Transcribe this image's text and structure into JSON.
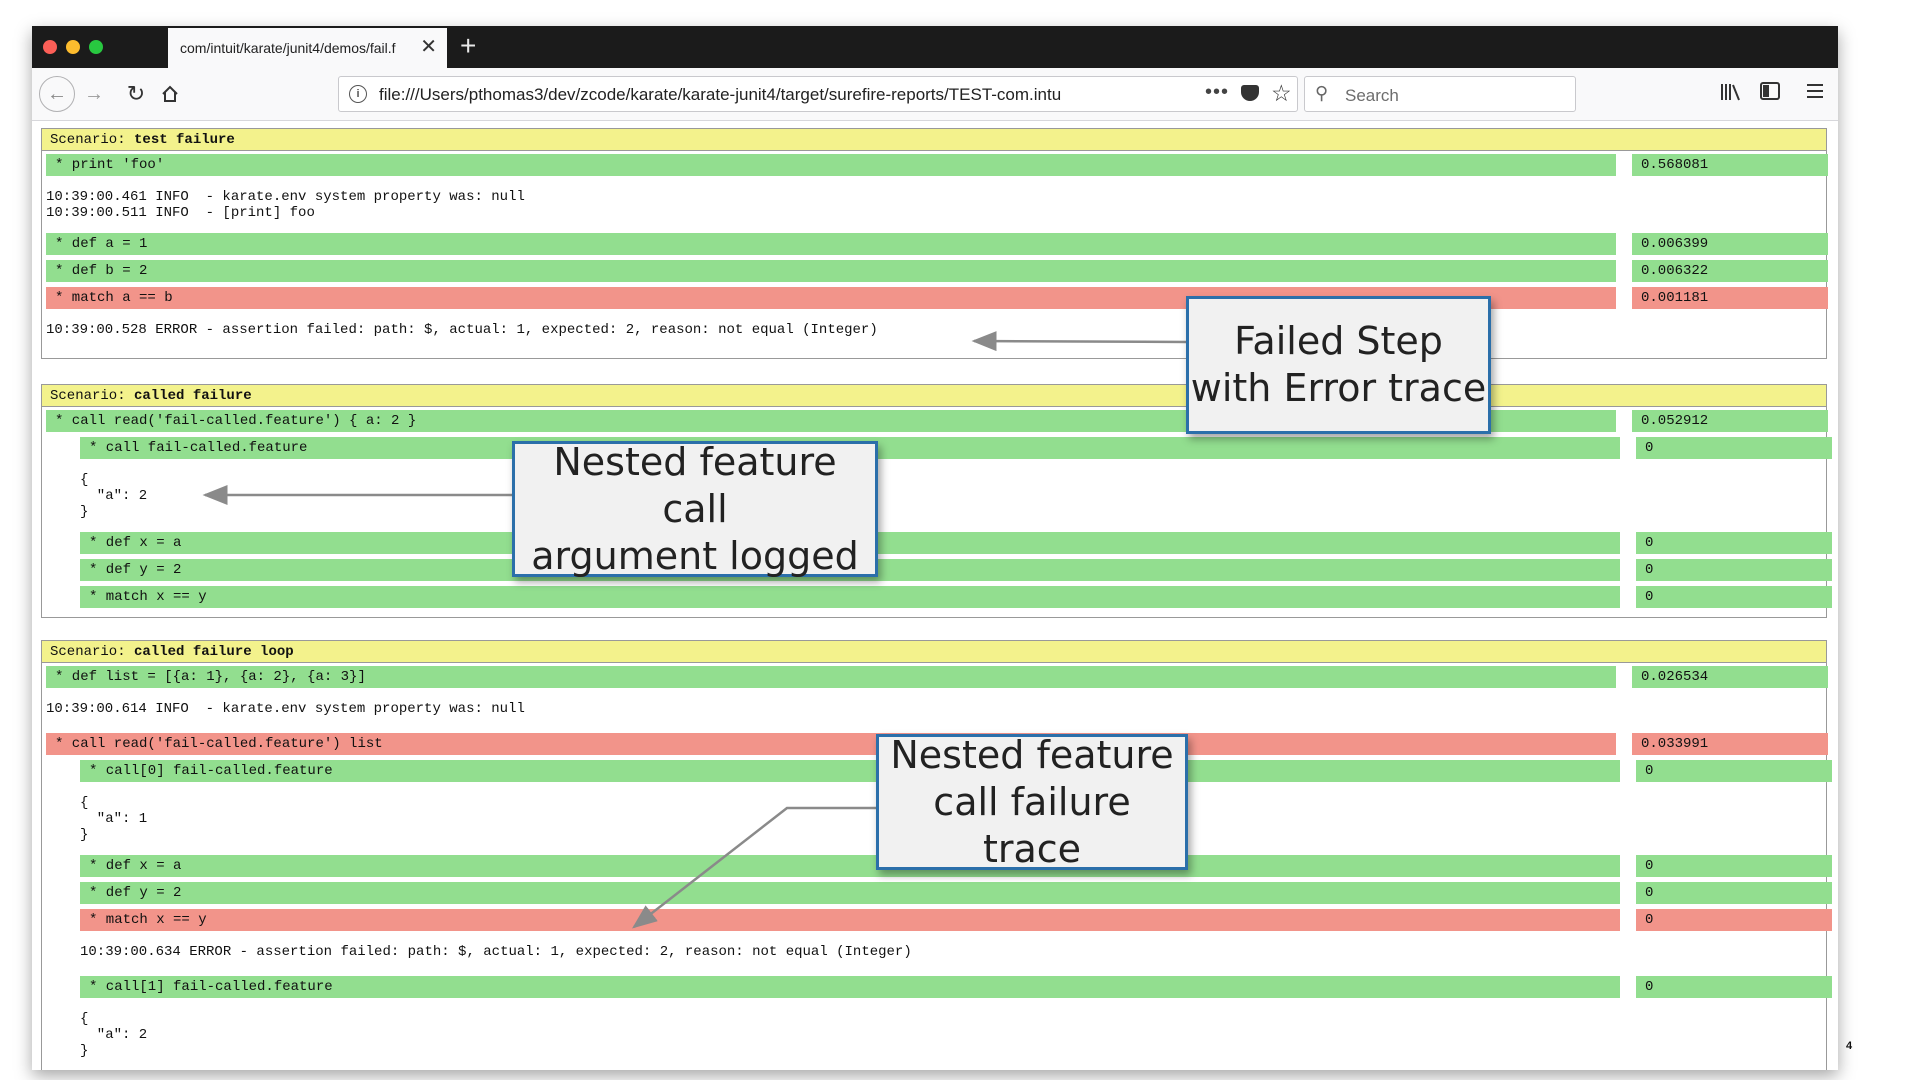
{
  "browser": {
    "tab_title": "com/intuit/karate/junit4/demos/fail.f",
    "tab_close": "✕",
    "new_tab": "+",
    "url": "file:///Users/pthomas3/dev/zcode/karate/karate-junit4/target/surefire-reports/TEST-com.intu",
    "more": "•••",
    "search_placeholder": "Search",
    "icons": [
      "back-icon",
      "forward-icon",
      "reload-icon",
      "home-icon",
      "info-icon",
      "pocket-icon",
      "bookmark-star-icon",
      "search-icon",
      "library-icon",
      "sidebar-icon",
      "menu-icon"
    ]
  },
  "report": {
    "scenarios": [
      {
        "label": "Scenario:",
        "name": "test failure",
        "rows": [
          {
            "kind": "step",
            "status": "pass",
            "indent": 0,
            "text": "* print 'foo'",
            "time": "0.568081"
          },
          {
            "kind": "log",
            "indent": 0,
            "text": "10:39:00.461 INFO  - karate.env system property was: null\n10:39:00.511 INFO  - [print] foo"
          },
          {
            "kind": "step",
            "status": "pass",
            "indent": 0,
            "text": "* def a = 1",
            "time": "0.006399"
          },
          {
            "kind": "step",
            "status": "pass",
            "indent": 0,
            "text": "* def b = 2",
            "time": "0.006322"
          },
          {
            "kind": "step",
            "status": "fail",
            "indent": 0,
            "text": "* match a == b",
            "time": "0.001181"
          },
          {
            "kind": "log",
            "indent": 0,
            "text": "10:39:00.528 ERROR - assertion failed: path: $, actual: 1, expected: 2, reason: not equal (Integer)"
          }
        ]
      },
      {
        "label": "Scenario:",
        "name": "called failure",
        "rows": [
          {
            "kind": "step",
            "status": "pass",
            "indent": 0,
            "text": "* call read('fail-called.feature') { a: 2 }",
            "time": "0.052912"
          },
          {
            "kind": "step",
            "status": "pass",
            "indent": 1,
            "text": "* call fail-called.feature",
            "time": "0"
          },
          {
            "kind": "log",
            "indent": 1,
            "text": "{\n  \"a\": 2\n}"
          },
          {
            "kind": "step",
            "status": "pass",
            "indent": 1,
            "text": "* def x = a",
            "time": "0"
          },
          {
            "kind": "step",
            "status": "pass",
            "indent": 1,
            "text": "* def y = 2",
            "time": "0"
          },
          {
            "kind": "step",
            "status": "pass",
            "indent": 1,
            "text": "* match x == y",
            "time": "0"
          }
        ]
      },
      {
        "label": "Scenario:",
        "name": "called failure loop",
        "rows": [
          {
            "kind": "step",
            "status": "pass",
            "indent": 0,
            "text": "* def list = [{a: 1}, {a: 2}, {a: 3}]",
            "time": "0.026534"
          },
          {
            "kind": "log",
            "indent": 0,
            "text": "10:39:00.614 INFO  - karate.env system property was: null"
          },
          {
            "kind": "step",
            "status": "fail",
            "indent": 0,
            "text": "* call read('fail-called.feature') list",
            "time": "0.033991"
          },
          {
            "kind": "step",
            "status": "pass",
            "indent": 1,
            "text": "* call[0] fail-called.feature",
            "time": "0"
          },
          {
            "kind": "log",
            "indent": 1,
            "text": "{\n  \"a\": 1\n}"
          },
          {
            "kind": "step",
            "status": "pass",
            "indent": 1,
            "text": "* def x = a",
            "time": "0"
          },
          {
            "kind": "step",
            "status": "pass",
            "indent": 1,
            "text": "* def y = 2",
            "time": "0"
          },
          {
            "kind": "step",
            "status": "fail",
            "indent": 1,
            "text": "* match x == y",
            "time": "0"
          },
          {
            "kind": "log",
            "indent": 1,
            "text": "10:39:00.634 ERROR - assertion failed: path: $, actual: 1, expected: 2, reason: not equal (Integer)"
          },
          {
            "kind": "step",
            "status": "pass",
            "indent": 1,
            "text": "* call[1] fail-called.feature",
            "time": "0"
          },
          {
            "kind": "log",
            "indent": 1,
            "text": "{\n  \"a\": 2\n}"
          }
        ]
      }
    ]
  },
  "callouts": [
    {
      "line1": "Failed Step",
      "line2": "with Error trace"
    },
    {
      "line1": "Nested feature call",
      "line2": "argument logged"
    },
    {
      "line1": "Nested feature",
      "line2": "call failure trace"
    }
  ],
  "slide_number": "4",
  "colors": {
    "pass": "#92de8f",
    "fail": "#f2948a",
    "scenario_header": "#f3f28c",
    "callout_border": "#2b6faa"
  }
}
